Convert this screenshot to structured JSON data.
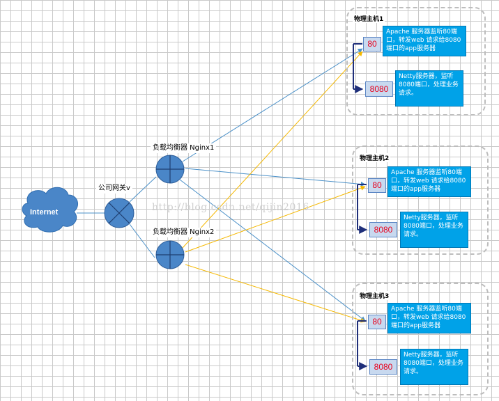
{
  "internet": {
    "label": "Internet"
  },
  "gateway": {
    "label": "公司网关v"
  },
  "lb": [
    {
      "label": "负载均衡器 Nginx1"
    },
    {
      "label": "负载均衡器 Nginx2"
    }
  ],
  "hosts": [
    {
      "title": "物理主机1",
      "apache_port": "80",
      "netty_port": "8080",
      "apache_desc": "Apache 服务器监听80端口，转发web 请求给8080端口的app服务器",
      "netty_desc": "Netty服务器，监听8080端口，处理业务请求。"
    },
    {
      "title": "物理主机2",
      "apache_port": "80",
      "netty_port": "8080",
      "apache_desc": "Apache 服务器监听80端口，转发web 请求给8080端口的app服务器",
      "netty_desc": "Netty服务器，监听8080端口，处理业务请求。"
    },
    {
      "title": "物理主机3",
      "apache_port": "80",
      "netty_port": "8080",
      "apache_desc": "Apache 服务器监听80端口，转发web 请求给8080端口的app服务器",
      "netty_desc": "Netty服务器，监听8080端口，处理业务请求。"
    }
  ],
  "watermark": "http://blog.csdn.net/qijin2016",
  "colors": {
    "nginx1_links": "#4a90c8",
    "nginx2_links": "#f5b800",
    "node_fill": "#4a86c8",
    "port_link": "#1f2f7a",
    "desc_box": "#00a2e8"
  }
}
